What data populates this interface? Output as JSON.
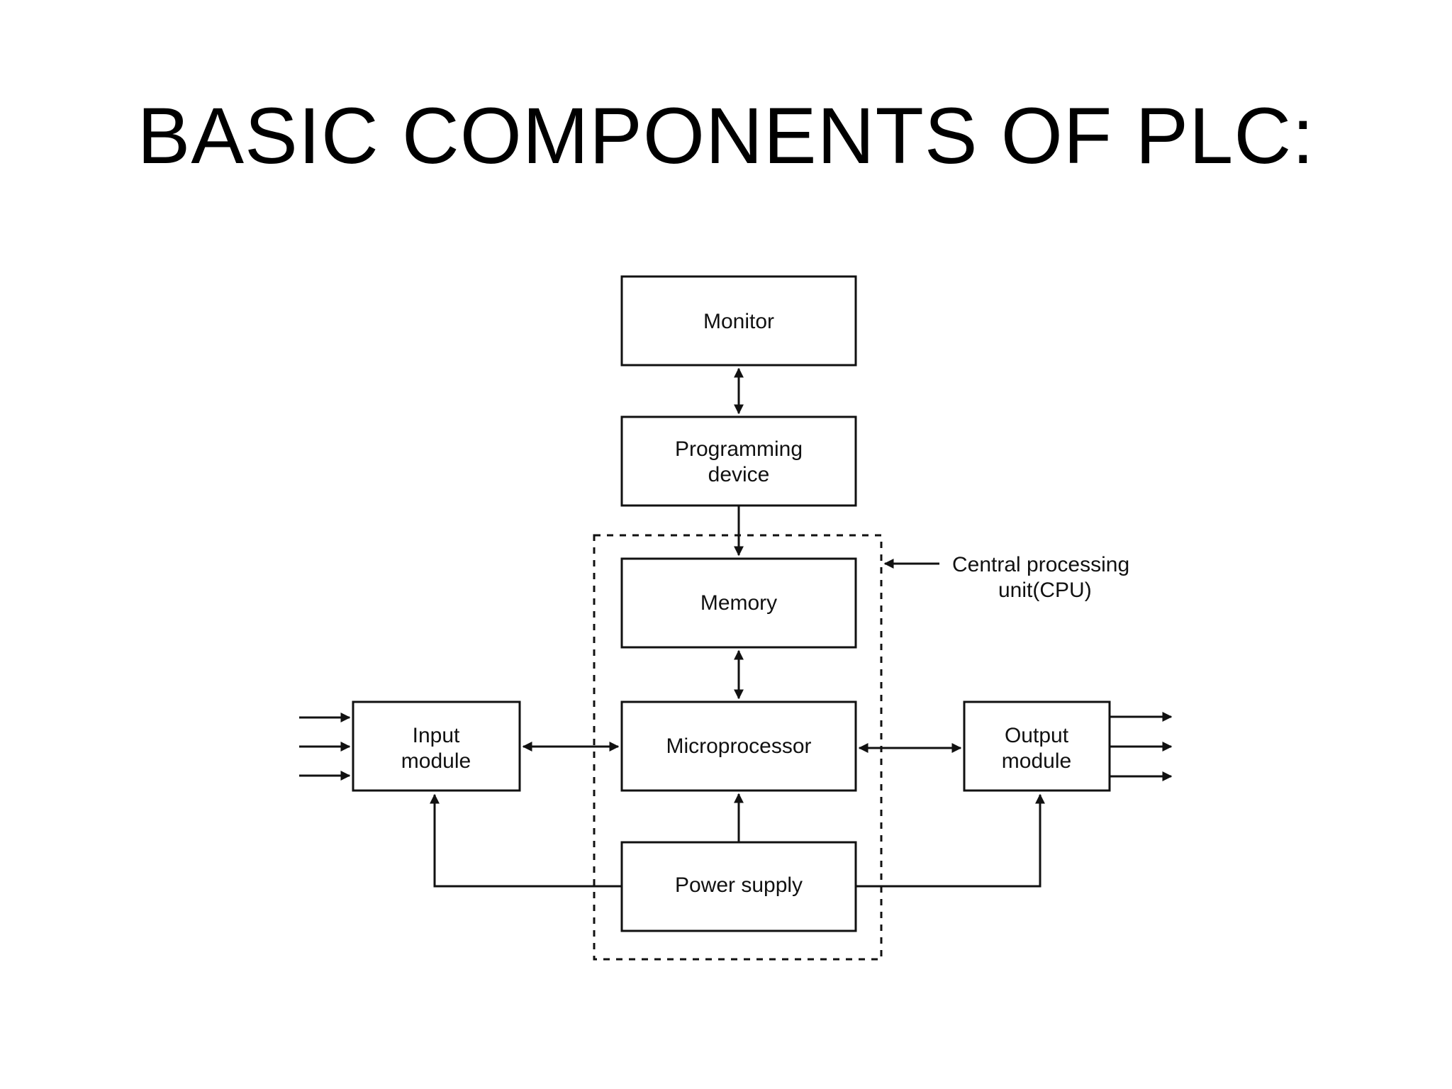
{
  "title": "BASIC COMPONENTS OF PLC:",
  "blocks": {
    "monitor": "Monitor",
    "programming_line1": "Programming",
    "programming_line2": "device",
    "memory": "Memory",
    "microprocessor": "Microprocessor",
    "power_supply": "Power supply",
    "input_line1": "Input",
    "input_line2": "module",
    "output_line1": "Output",
    "output_line2": "module"
  },
  "cpu_label": {
    "line1": "Central processing",
    "line2": "unit(CPU)"
  },
  "colors": {
    "background": "#ffffff",
    "ink": "#111111"
  }
}
